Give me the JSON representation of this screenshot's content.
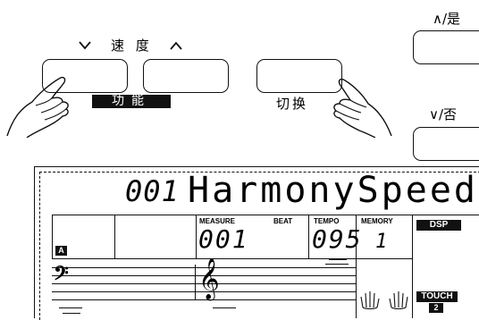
{
  "panel": {
    "speed_label": "速 度",
    "function_label": "功能",
    "switch_label": "切换",
    "yes_label": "∧/是",
    "no_label": "∨/否"
  },
  "lcd": {
    "main_number": "001",
    "main_text": "HarmonySpeed",
    "tag_a": "A",
    "measure_caption": "MEASURE",
    "beat_caption": "BEAT",
    "measure_value": "001",
    "tempo_caption": "TEMPO",
    "tempo_value": "095",
    "memory_caption": "MEMORY",
    "memory_value": "1",
    "dsp_label": "DSP",
    "touch_label": "TOUCH",
    "touch_value": "2"
  }
}
